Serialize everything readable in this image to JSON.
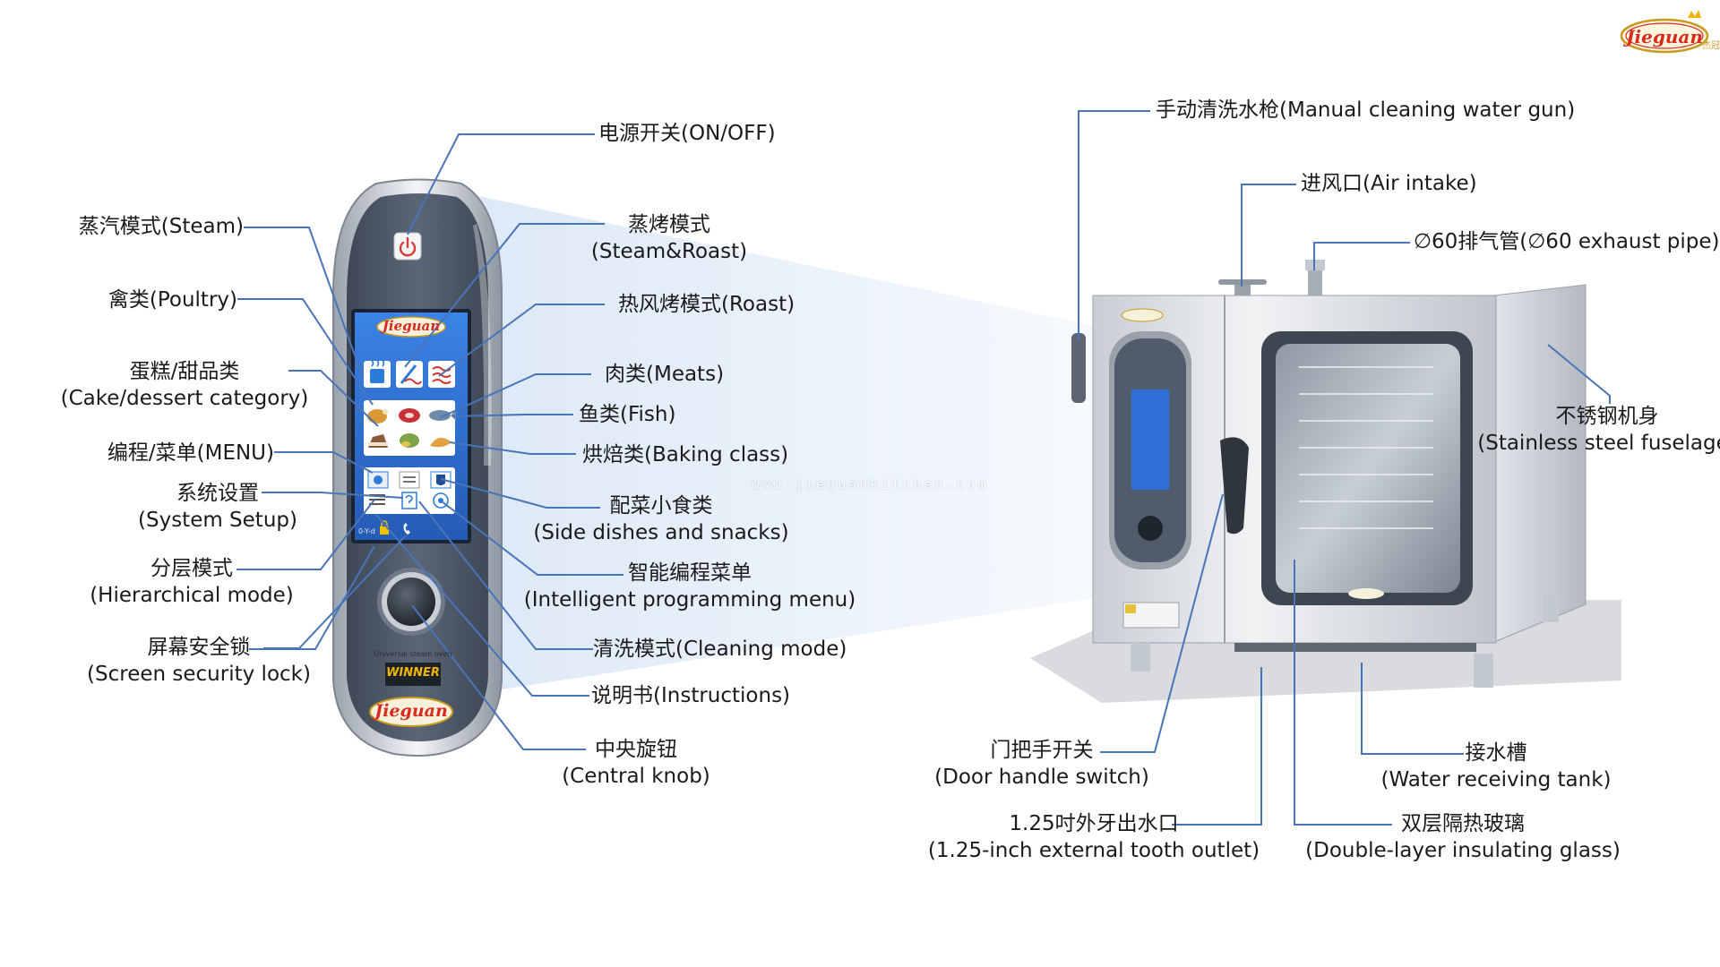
{
  "brand": {
    "logo_text": "Jieguan",
    "logo_cn": "杰冠",
    "panel_sub_text": "Universal steam oven",
    "panel_model_text": "WINNER",
    "watermark": "www.jieguankitchen.com"
  },
  "panel_labels": {
    "power": "电源开关(ON/OFF)",
    "steam": "蒸汽模式(Steam)",
    "steam_roast_cn": "蒸烤模式",
    "steam_roast_en": "(Steam&Roast)",
    "poultry": "禽类(Poultry)",
    "roast": "热风烤模式(Roast)",
    "cake_cn": "蛋糕/甜品类",
    "cake_en": "(Cake/dessert category)",
    "meats": "肉类(Meats)",
    "fish": "鱼类(Fish)",
    "menu": "编程/菜单(MENU)",
    "baking": "烘焙类(Baking class)",
    "system_cn": "系统设置",
    "system_en": "(System Setup)",
    "side_cn": "配菜小食类",
    "side_en": "(Side dishes and snacks)",
    "hier_cn": "分层模式",
    "hier_en": "(Hierarchical mode)",
    "intel_cn": "智能编程菜单",
    "intel_en": "(Intelligent programming menu)",
    "lock_cn": "屏幕安全锁",
    "lock_en": "(Screen security lock)",
    "cleaning": "清洗模式(Cleaning mode)",
    "instructions": "说明书(Instructions)",
    "knob_cn": "中央旋钮",
    "knob_en": "(Central knob)"
  },
  "oven_labels": {
    "water_gun": "手动清洗水枪(Manual cleaning water gun)",
    "air_intake": "进风口(Air intake)",
    "exhaust": "∅60排气管(∅60 exhaust pipe)",
    "stainless_cn": "不锈钢机身",
    "stainless_en": "(Stainless steel fuselage)",
    "door_cn": "门把手开关",
    "door_en": "(Door handle switch)",
    "tank_cn": "接水槽",
    "tank_en": "(Water receiving tank)",
    "outlet_cn": "1.25吋外牙出水口",
    "outlet_en": "(1.25-inch external tooth outlet)",
    "glass_cn": "双层隔热玻璃",
    "glass_en": "(Double-layer insulating glass)"
  },
  "icons": [
    "power-icon",
    "steam-icon",
    "steam-roast-icon",
    "roast-icon",
    "poultry-icon",
    "meat-icon",
    "fish-icon",
    "cake-icon",
    "baking-icon",
    "bread-icon",
    "system-setup-icon",
    "menu-icon",
    "clean-icon",
    "hierarchical-icon",
    "instructions-icon",
    "lock-icon",
    "phone-icon"
  ],
  "colors": {
    "leader_line": "#4a74b8",
    "panel_dark": "#4a5565",
    "screen_blue": "#2f6fd6",
    "logo_red": "#d62a1e",
    "logo_gold": "#f2b500"
  }
}
